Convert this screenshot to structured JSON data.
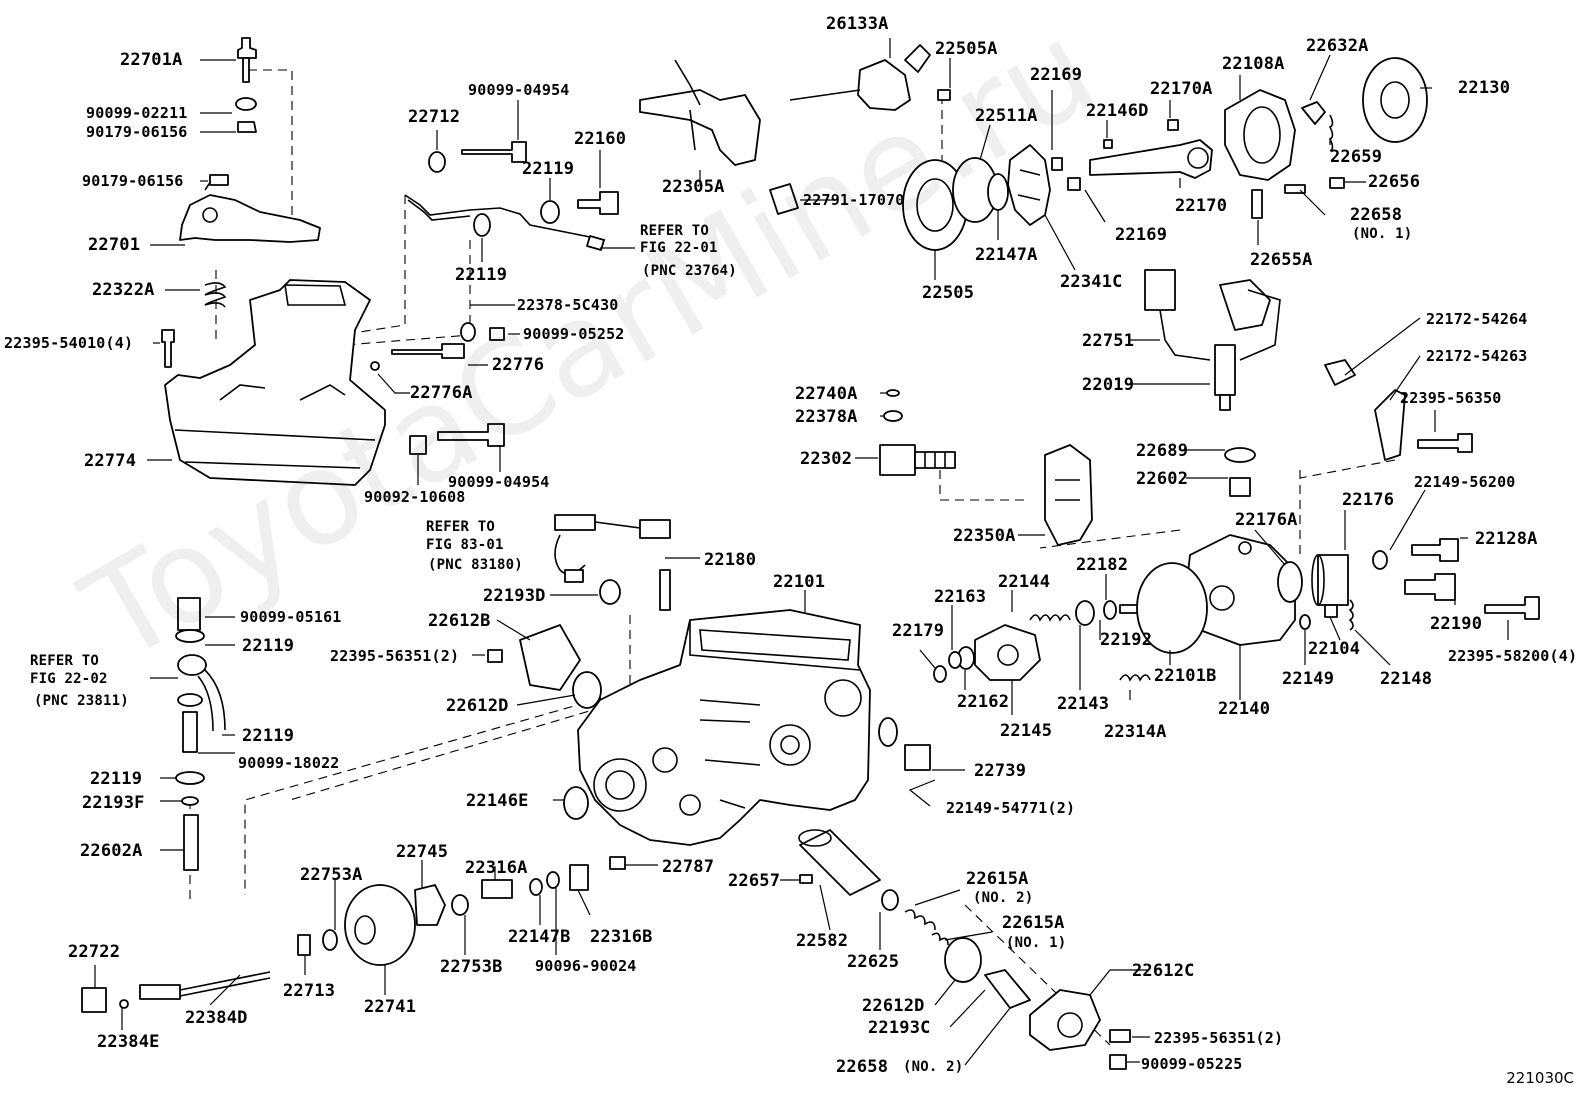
{
  "watermark": "ToyotaCarMine.ru",
  "figure_code": "221030C",
  "labels": {
    "l01": "22701A",
    "l02": "90099-02211",
    "l03": "90179-06156",
    "l04": "90179-06156",
    "l05": "22701",
    "l06": "22322A",
    "l07": "22395-54010(4)",
    "l08": "22774",
    "l09": "22712",
    "l10": "90099-04954",
    "l11": "22119",
    "l12": "22160",
    "l13": "REFER TO",
    "l14": "FIG 22-01",
    "l15": "(PNC 23764)",
    "l16": "22119",
    "l17": "22378-5C430",
    "l18": "90099-05252",
    "l19": "22776",
    "l20": "22776A",
    "l21": "90099-04954",
    "l22": "90092-10608",
    "l23": "26133A",
    "l24": "22505A",
    "l25": "22305A",
    "l26": "22791-17070",
    "l27": "22169",
    "l28": "22511A",
    "l29": "22146D",
    "l30": "22170A",
    "l31": "22108A",
    "l32": "22632A",
    "l33": "22130",
    "l34": "22659",
    "l35": "22656",
    "l36": "22658",
    "l37": "(NO. 1)",
    "l38": "22169",
    "l39": "22170",
    "l40": "22147A",
    "l41": "22341C",
    "l42": "22505",
    "l43": "22655A",
    "l44": "22751",
    "l45": "22019",
    "l46": "22172-54264",
    "l47": "22172-54263",
    "l48": "22395-56350",
    "l49": "22740A",
    "l50": "22378A",
    "l51": "22302",
    "l52": "22689",
    "l53": "22602",
    "l54": "22149-56200",
    "l55": "22350A",
    "l56": "22176A",
    "l57": "22176",
    "l58": "22128A",
    "l59": "REFER TO",
    "l60": "FIG 83-01",
    "l61": "(PNC 83180)",
    "l62": "22180",
    "l63": "22101",
    "l64": "22193D",
    "l65": "22612B",
    "l66": "22395-56351(2)",
    "l67": "22612D",
    "l68": "22163",
    "l69": "22144",
    "l70": "22182",
    "l71": "22179",
    "l72": "22192",
    "l73": "22162",
    "l74": "22145",
    "l75": "22143",
    "l76": "22101B",
    "l77": "22314A",
    "l78": "22140",
    "l79": "22149",
    "l80": "22104",
    "l81": "22148",
    "l82": "22190",
    "l83": "22395-58200(4)",
    "l84": "90099-05161",
    "l85": "22119",
    "l86": "REFER TO",
    "l87": "FIG 22-02",
    "l88": "(PNC 23811)",
    "l89": "22119",
    "l90": "90099-18022",
    "l91": "22119",
    "l92": "22193F",
    "l93": "22602A",
    "l94": "22739",
    "l95": "22146E",
    "l96": "22149-54771(2)",
    "l97": "22745",
    "l98": "22753A",
    "l99": "22316A",
    "l100": "22787",
    "l101": "22657",
    "l102": "22615A",
    "l103": "(NO. 2)",
    "l104": "22615A",
    "l105": "(NO. 1)",
    "l106": "22147B",
    "l107": "22316B",
    "l108": "90096-90024",
    "l109": "22582",
    "l110": "22625",
    "l111": "22722",
    "l112": "22713",
    "l113": "22741",
    "l114": "22753B",
    "l115": "22612C",
    "l116": "22612D",
    "l117": "22384D",
    "l118": "22384E",
    "l119": "22193C",
    "l120": "22395-56351(2)",
    "l121": "22658",
    "l122": "(NO. 2)",
    "l123": "90099-05225"
  }
}
